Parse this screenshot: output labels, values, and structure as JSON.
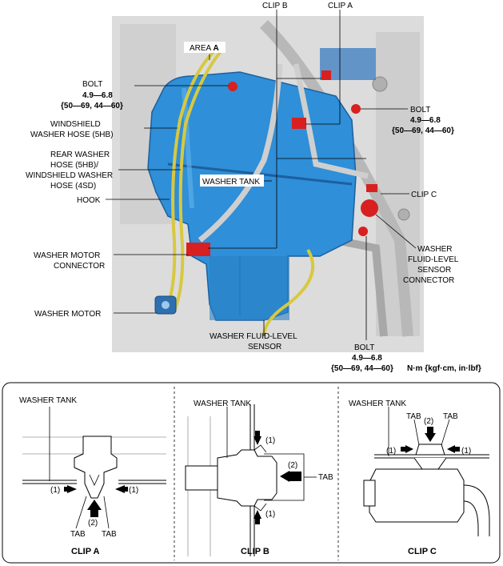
{
  "main_labels": {
    "clip_b": "CLIP B",
    "clip_a": "CLIP A",
    "area_a_prefix": "AREA ",
    "area_a_letter": "A",
    "bolt": "BOLT",
    "torque_nm": "4.9—6.8",
    "torque_alt": "{50—69, 44—60}",
    "windshield_hose": [
      "WINDSHIELD",
      "WASHER HOSE (5HB)"
    ],
    "rear_hose": [
      "REAR WASHER",
      "HOSE (5HB)/",
      "WINDSHIELD WASHER",
      "HOSE (4SD)"
    ],
    "hook": "HOOK",
    "washer_tank": "WASHER TANK",
    "motor_connector": [
      "WASHER MOTOR",
      "CONNECTOR"
    ],
    "washer_motor": "WASHER MOTOR",
    "level_sensor": [
      "WASHER FLUID-LEVEL",
      "SENSOR"
    ],
    "clip_c": "CLIP C",
    "level_connector": [
      "WASHER",
      "FLUID-LEVEL",
      "SENSOR",
      "CONNECTOR"
    ],
    "unit": "N·m {kgf·cm, in·lbf}"
  },
  "details": {
    "washer_tank": "WASHER TANK",
    "tab": "TAB",
    "arrow_1": "(1)",
    "arrow_2": "(2)",
    "captions": [
      "CLIP A",
      "CLIP B",
      "CLIP C"
    ]
  },
  "colors": {
    "tank": "#2f8fd8",
    "tank_dark": "#1d5f9e",
    "hose_yellow": "#d8c840",
    "red_part": "#d82020",
    "engine_gray": "#d0d0d0"
  }
}
